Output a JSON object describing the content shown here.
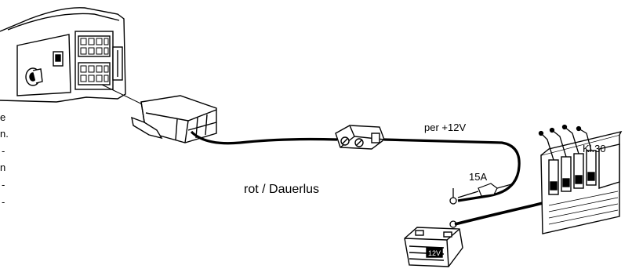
{
  "labels": {
    "wire_label": "rot  / Dauerlus",
    "supply_label": "per +12V",
    "fuse_label": "15A",
    "terminal_label": "Kl.30",
    "battery_label": "12V"
  },
  "left_edge_fragments": [
    "e",
    "n.",
    "-",
    "n",
    "-",
    "-"
  ],
  "colors": {
    "ink": "#000000",
    "fill": "#ffffff"
  }
}
